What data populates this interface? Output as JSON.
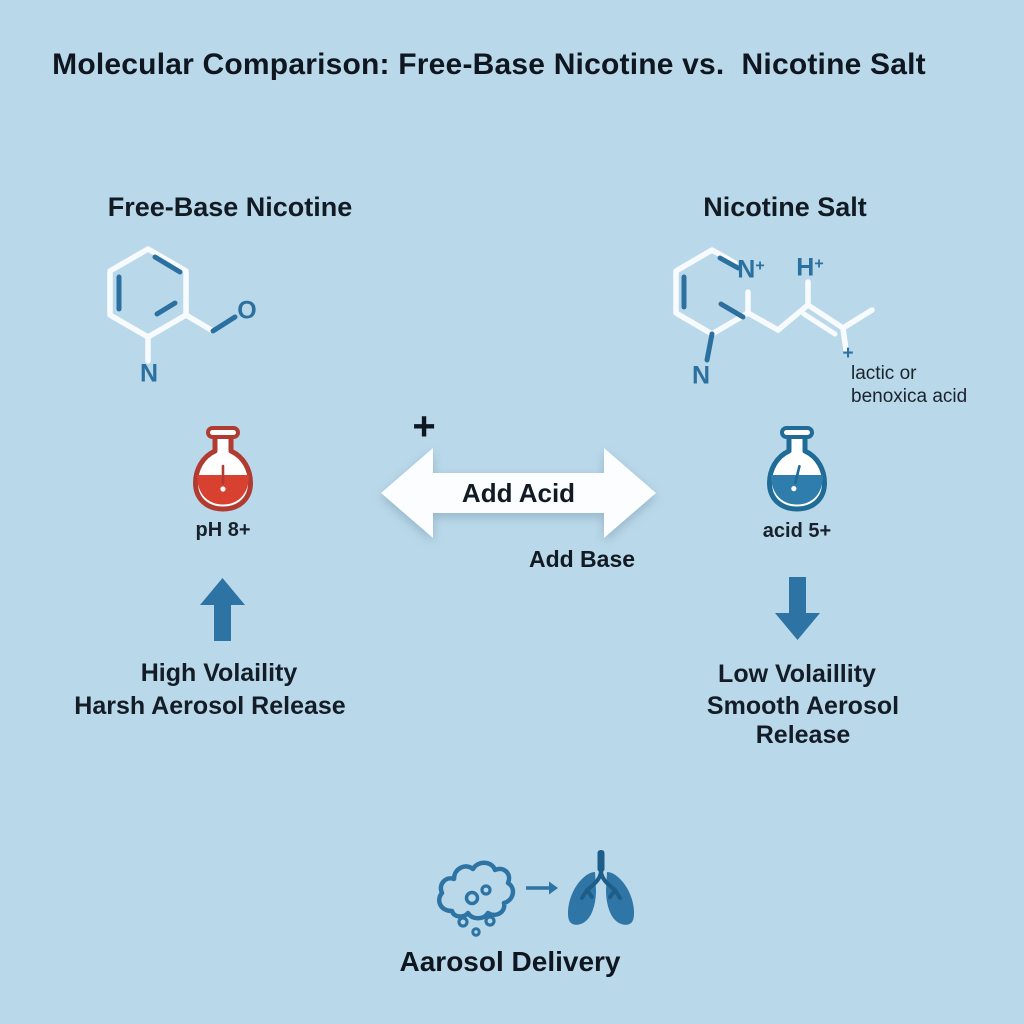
{
  "title": "Molecular Comparison: Free-Base Nicotine vs.  Nicotine Salt",
  "colors": {
    "background": "#b7d7e8",
    "text_dark": "#141d28",
    "accent_blue": "#2c70a0",
    "bond_white": "#f8fbfd",
    "flask_red_outline": "#b23b31",
    "flask_red_liquid": "#d8402f",
    "flask_blue_outline": "#1f6c97",
    "flask_blue_liquid": "#2e7dac",
    "lungs_fill": "#2f76a6",
    "airway_dark": "#1d5d8a",
    "arrow_white": "#fbfdff"
  },
  "columns": {
    "left": {
      "heading": "Free-Base Nicotine",
      "molecule": {
        "n_label": "N",
        "o_label": "O"
      },
      "flask": {
        "label": "pH 8+"
      },
      "volatility_line1": "High Volaility",
      "volatility_line2": "Harsh Aerosol Release"
    },
    "right": {
      "heading": "Nicotine Salt",
      "molecule": {
        "n_plus_label": "N",
        "n_plus_sup": "+",
        "h_label": "H",
        "h_sup": "+",
        "n_label": "N",
        "counterion_plus": "+",
        "acid_line1": "lactic or",
        "acid_line2": "benoxica acid"
      },
      "flask": {
        "label": "acid 5+"
      },
      "volatility_line1": "Low Volaillity",
      "volatility_line2": "Smooth Aerosol Release"
    }
  },
  "center": {
    "plus": "+",
    "arrow_label": "Add Acid",
    "base_label": "Add Base"
  },
  "footer": {
    "label": "Aarosol Delivery"
  }
}
